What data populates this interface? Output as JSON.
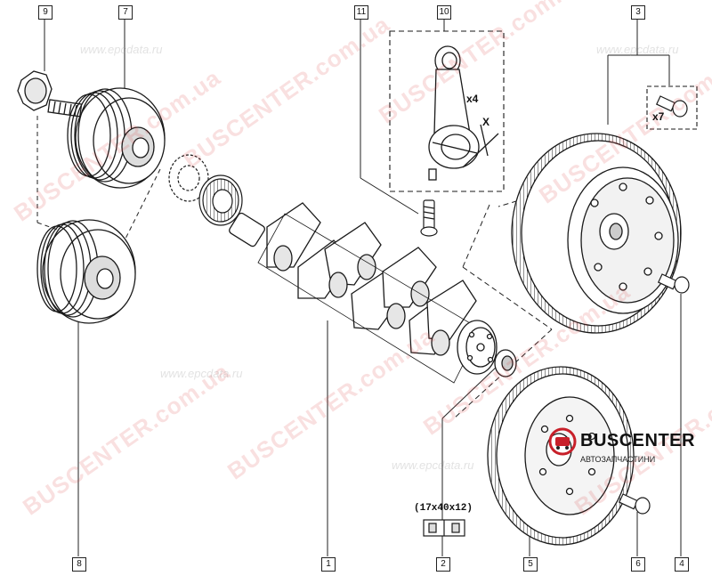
{
  "callouts": {
    "c1": "1",
    "c2": "2",
    "c3": "3",
    "c4": "4",
    "c5": "5",
    "c6": "6",
    "c7": "7",
    "c8": "8",
    "c9": "9",
    "c10": "10",
    "c11": "11"
  },
  "annotations": {
    "rod_qty": "x4",
    "bolt_qty": "x7",
    "section_mark": "X",
    "bearing_size": "(17x40x12)"
  },
  "watermarks": {
    "brand": "BUSCENTER.com.ua",
    "site": "www.epcdata.ru"
  },
  "logo": {
    "title": "BUSCENTER",
    "subtitle": "АВТОЗАПЧАСТИНИ"
  },
  "colors": {
    "line": "#1a1a1a",
    "watermark_red": "#dc3c3c",
    "logo_red": "#c8202a"
  }
}
